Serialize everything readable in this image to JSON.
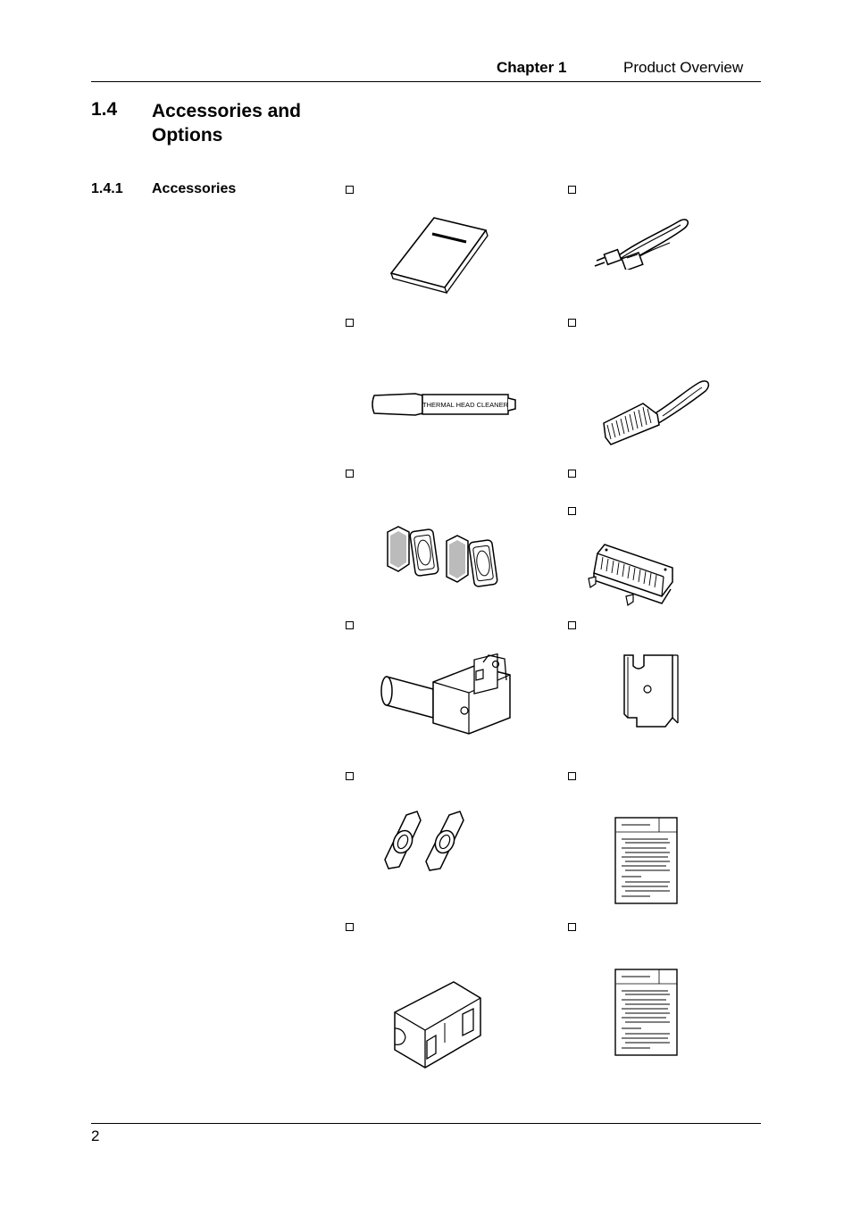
{
  "header": {
    "chapter": "Chapter 1",
    "title": "Product Overview"
  },
  "section": {
    "number": "1.4",
    "title": "Accessories and Options"
  },
  "subsection": {
    "number": "1.4.1",
    "title": "Accessories"
  },
  "illustration_labels": {
    "cleaner_pen": "THERMAL HEAD CLEANER"
  },
  "footer": {
    "page_number": "2"
  }
}
